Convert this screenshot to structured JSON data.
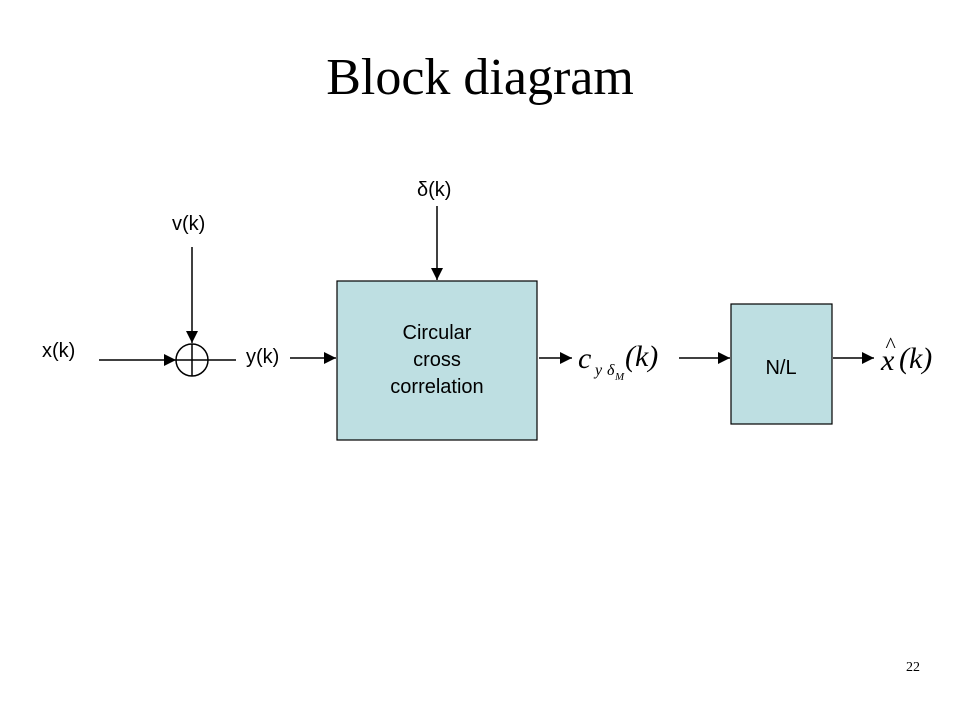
{
  "title": "Block diagram",
  "signals": {
    "input_x": "x(k)",
    "noise_v": "v(k)",
    "sum_out_y": "y(k)",
    "delta": "δ(k)"
  },
  "blocks": {
    "circular_cross_correlation": [
      "Circular",
      "cross",
      "correlation"
    ],
    "nonlinear": "N/L"
  },
  "math": {
    "correlation_output": {
      "base": "c",
      "sub1": "y",
      "sub2": "δ",
      "sub3": "M",
      "arg": "(k)"
    },
    "estimate": {
      "base": "x",
      "accent": "^",
      "arg": "(k)"
    }
  },
  "colors": {
    "block_fill": "#BEDFE2",
    "line": "#000000"
  },
  "page_number": "22"
}
